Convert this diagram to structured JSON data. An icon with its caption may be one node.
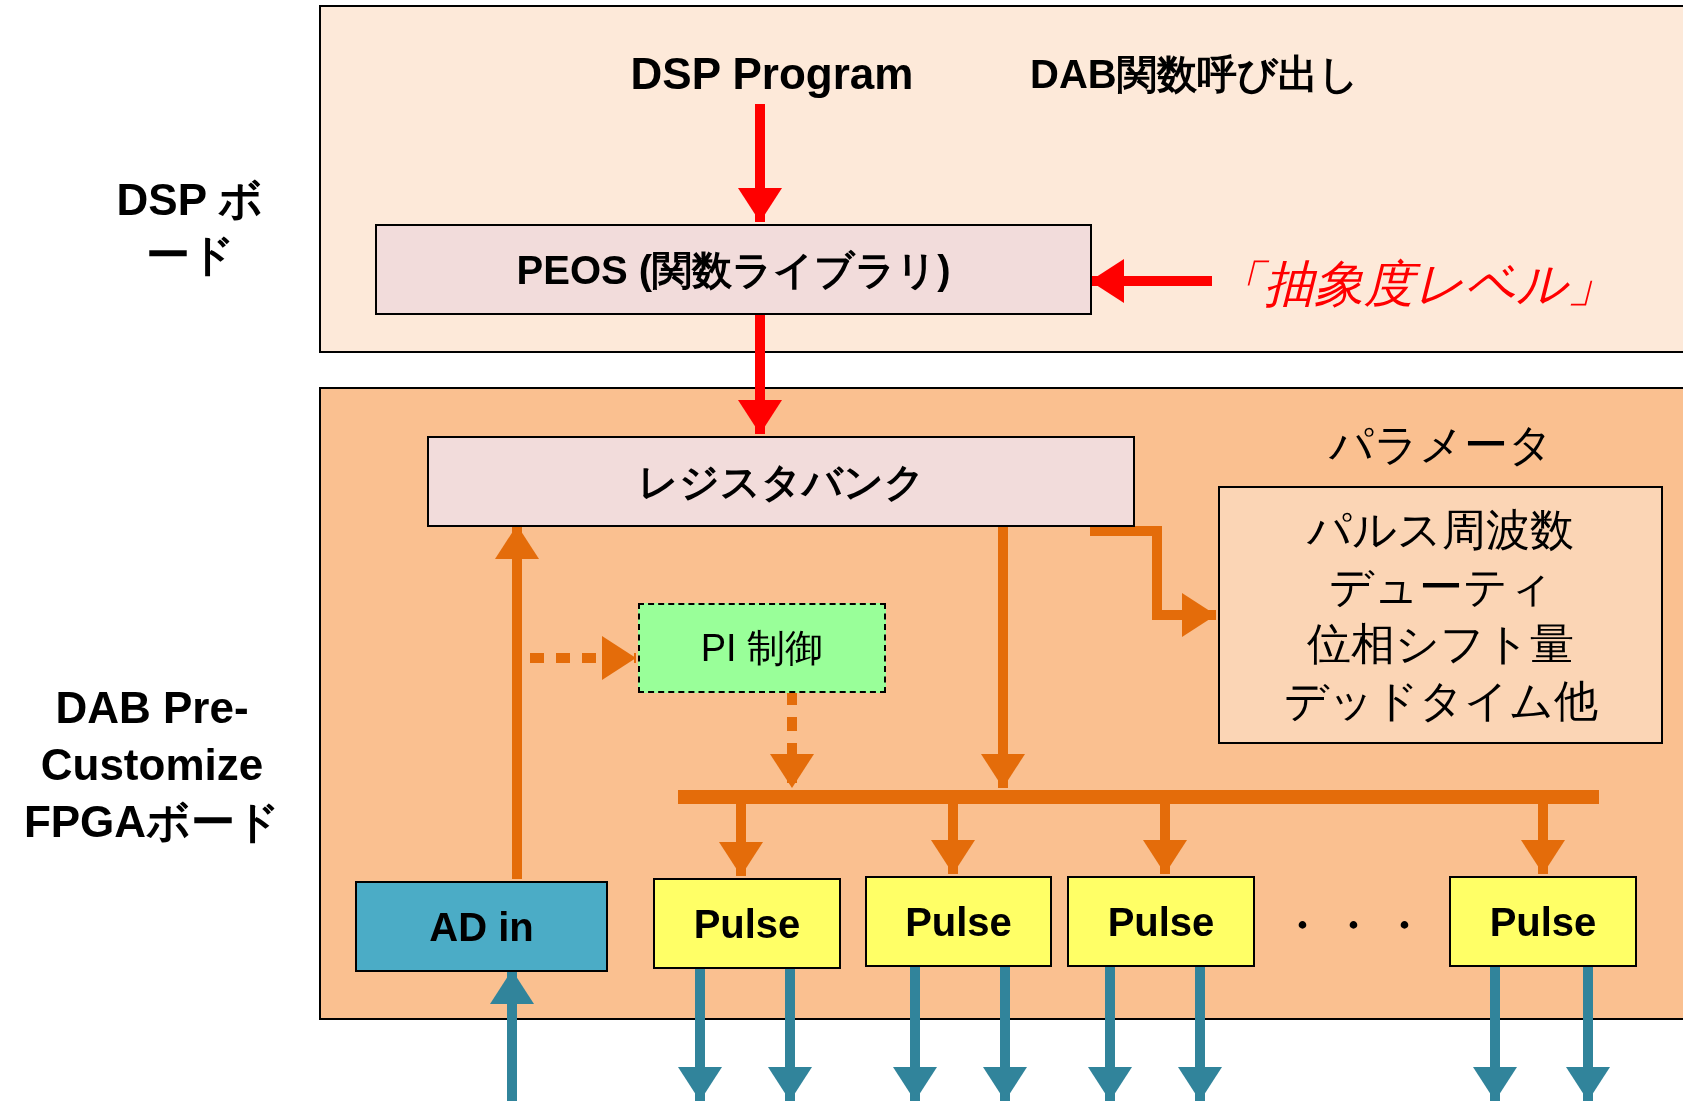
{
  "diagram": {
    "nodes": [
      {
        "text": [
          "DSP ボード"
        ]
      },
      {
        "text": [
          "DSP Program"
        ],
        "in": 0
      },
      {
        "text": [
          "PEOS (関数ライブラリ)"
        ],
        "in": 0
      },
      {
        "text": [
          "「抽象度レベル」"
        ],
        "in": 0
      },
      {
        "text": [
          "DAB Pre-Customize FPGAボード"
        ]
      },
      {
        "text": [
          "レジスタバンク"
        ],
        "in": 4
      },
      {
        "text": [
          "パラメータ",
          "パルス周波数",
          "デューティ",
          "位相シフト量",
          "デッドタイム他"
        ],
        "in": 4
      },
      {
        "text": [
          "PI 制御"
        ],
        "in": 4
      },
      {
        "text": [],
        "shape": "bar",
        "in": 4
      },
      {
        "text": [
          "AD in"
        ],
        "in": 4
      },
      {
        "text": [
          "Pulse"
        ],
        "in": 4
      },
      {
        "text": [
          "Pulse"
        ],
        "in": 4
      },
      {
        "text": [
          "Pulse"
        ],
        "in": 4
      },
      {
        "text": [
          "Pulse"
        ],
        "in": 4
      }
    ],
    "edges": [
      {
        "from": 1,
        "to": 2,
        "arrow": "to",
        "color": "#ff0000"
      },
      {
        "from": 3,
        "to": 2,
        "arrow": "to",
        "color": "#ff0000"
      },
      {
        "from": 2,
        "to": 5,
        "arrow": "to",
        "color": "#ff0000"
      },
      {
        "from": 5,
        "to": 6,
        "arrow": "to",
        "color": "#e46c0a"
      },
      {
        "from": 9,
        "to": 5,
        "arrow": "to",
        "color": "#e46c0a"
      },
      {
        "from": 9,
        "to": 7,
        "arrow": "to",
        "style": "dashed",
        "color": "#e46c0a"
      },
      {
        "from": 7,
        "to": 8,
        "arrow": "to",
        "style": "dashed",
        "color": "#e46c0a"
      },
      {
        "from": 5,
        "to": 8,
        "arrow": "to",
        "color": "#e46c0a"
      },
      {
        "from": 8,
        "to": 10,
        "arrow": "to",
        "color": "#e46c0a"
      },
      {
        "from": 8,
        "to": 11,
        "arrow": "to",
        "color": "#e46c0a"
      },
      {
        "from": 8,
        "to": 12,
        "arrow": "to",
        "color": "#e46c0a"
      },
      {
        "from": 8,
        "to": 13,
        "arrow": "to",
        "color": "#e46c0a"
      },
      {
        "from": null,
        "to": 9,
        "arrow": "to",
        "color": "#31849b"
      },
      {
        "from": 10,
        "to": null,
        "arrow": "to",
        "color": "#31849b"
      },
      {
        "from": 10,
        "to": null,
        "arrow": "to",
        "color": "#31849b"
      },
      {
        "from": 11,
        "to": null,
        "arrow": "to",
        "color": "#31849b"
      },
      {
        "from": 11,
        "to": null,
        "arrow": "to",
        "color": "#31849b"
      },
      {
        "from": 12,
        "to": null,
        "arrow": "to",
        "color": "#31849b"
      },
      {
        "from": 12,
        "to": null,
        "arrow": "to",
        "color": "#31849b"
      },
      {
        "from": 13,
        "to": null,
        "arrow": "to",
        "color": "#31849b"
      },
      {
        "from": 13,
        "to": null,
        "arrow": "to",
        "color": "#31849b"
      }
    ],
    "labels": [
      "DAB関数呼び出し",
      "・ ・ ・"
    ]
  }
}
